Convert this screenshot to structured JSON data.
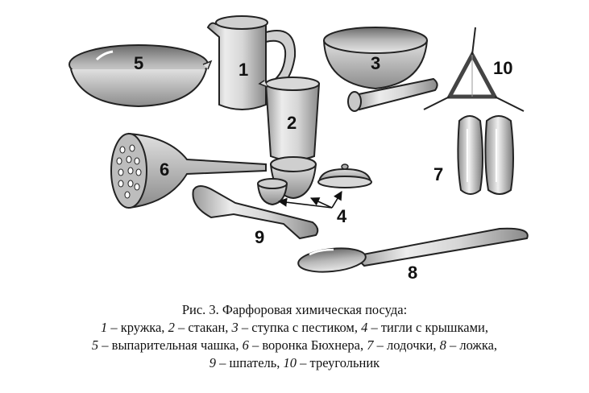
{
  "labels": {
    "n1": "1",
    "n2": "2",
    "n3": "3",
    "n4": "4",
    "n5": "5",
    "n6": "6",
    "n7": "7",
    "n8": "8",
    "n9": "9",
    "n10": "10"
  },
  "caption": {
    "title": "Рис. 3. Фарфоровая химическая посуда:",
    "items": [
      {
        "num": "1",
        "text": " – кружка, "
      },
      {
        "num": "2",
        "text": " – стакан, "
      },
      {
        "num": "3",
        "text": " – ступка с пестиком, "
      },
      {
        "num": "4",
        "text": " – тигли с крышками,"
      },
      {
        "num": "5",
        "text": " – выпарительная чашка, "
      },
      {
        "num": "6",
        "text": " – воронка Бюхнера, "
      },
      {
        "num": "7",
        "text": " – лодочки, "
      },
      {
        "num": "8",
        "text": " – ложка,"
      },
      {
        "num": "9",
        "text": " – шпатель, "
      },
      {
        "num": "10",
        "text": " – треугольник"
      }
    ]
  }
}
